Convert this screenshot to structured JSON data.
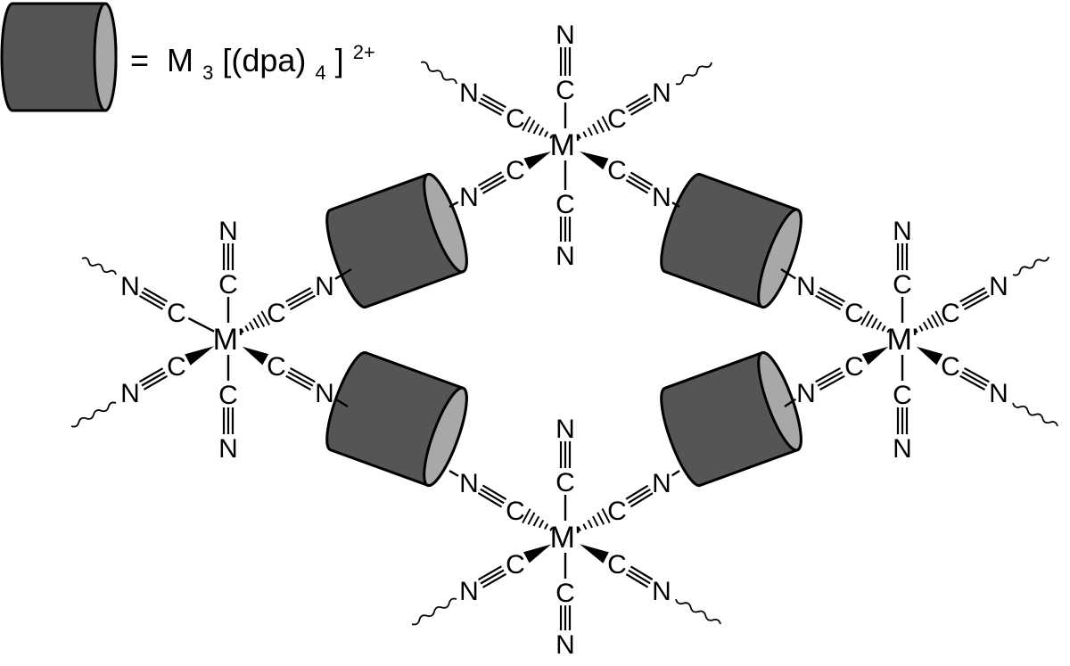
{
  "legend": {
    "equals": "=",
    "metal": "M",
    "metal_sub": "3",
    "ligand": "[(dpa)",
    "ligand_sub": "4",
    "bracket": "]",
    "charge": "2+"
  },
  "atoms": {
    "metal_center": "M'",
    "carbon": "C",
    "nitrogen": "N"
  },
  "colors": {
    "cylinder_body": "#555555",
    "cylinder_face": "#a8a8a8",
    "ink": "#000000"
  },
  "structure": {
    "metal_center_count": 4,
    "cylinder_count": 4
  }
}
